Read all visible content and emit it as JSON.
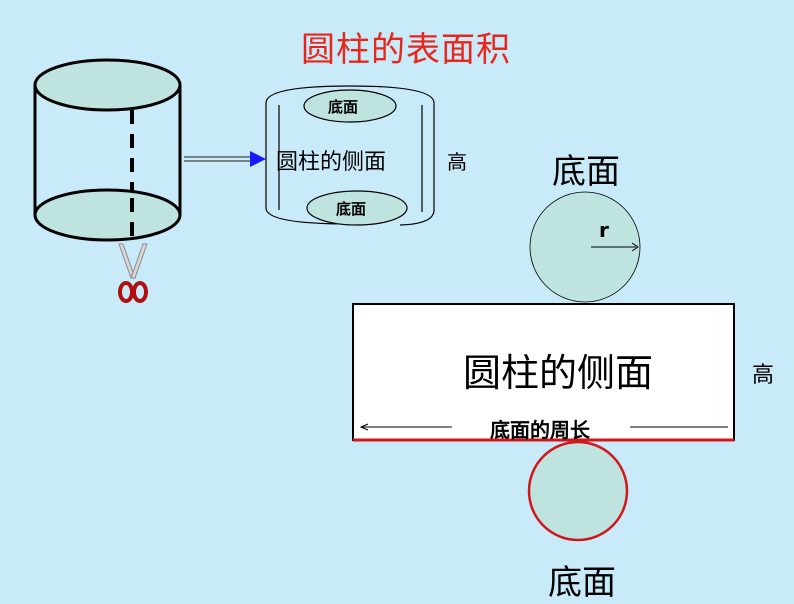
{
  "title": "圆柱的表面积",
  "colors": {
    "background": "#c9eaf8",
    "title": "#e8271c",
    "fill": "#bfe3de",
    "red_outline": "#d1161c",
    "arrow": "#1a1aff"
  },
  "icons": {
    "scissors": "scissors-icon"
  },
  "rolled_figure": {
    "top_label": "底面",
    "side_label": "圆柱的侧面",
    "bottom_label": "底面",
    "height_label": "高"
  },
  "net": {
    "top_circle_label": "底面",
    "radius_label": "r",
    "rect_label": "圆柱的侧面",
    "height_label": "高",
    "perimeter_label": "底面的周长",
    "bottom_circle_label": "底面"
  }
}
